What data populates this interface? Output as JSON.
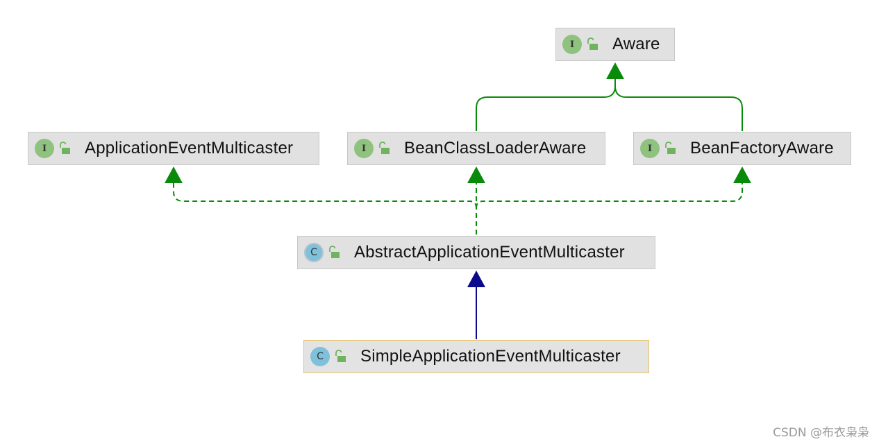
{
  "diagram": {
    "nodes": [
      {
        "id": "aware",
        "label": "Aware",
        "kind": "interface",
        "kind_letter": "I",
        "visibility_icon": "public-lock-icon"
      },
      {
        "id": "application-event-multicaster",
        "label": "ApplicationEventMulticaster",
        "kind": "interface",
        "kind_letter": "I",
        "visibility_icon": "public-lock-icon"
      },
      {
        "id": "bean-class-loader-aware",
        "label": "BeanClassLoaderAware",
        "kind": "interface",
        "kind_letter": "I",
        "visibility_icon": "public-lock-icon"
      },
      {
        "id": "bean-factory-aware",
        "label": "BeanFactoryAware",
        "kind": "interface",
        "kind_letter": "I",
        "visibility_icon": "public-lock-icon"
      },
      {
        "id": "abstract-application-event-multicaster",
        "label": "AbstractApplicationEventMulticaster",
        "kind": "abstract-class",
        "kind_letter": "C",
        "visibility_icon": "public-lock-icon"
      },
      {
        "id": "simple-application-event-multicaster",
        "label": "SimpleApplicationEventMulticaster",
        "kind": "class",
        "kind_letter": "C",
        "visibility_icon": "public-lock-icon",
        "selected": true
      }
    ],
    "edges": [
      {
        "from": "bean-class-loader-aware",
        "to": "aware",
        "relation": "extends",
        "color": "#0a8a0a",
        "style": "solid"
      },
      {
        "from": "bean-factory-aware",
        "to": "aware",
        "relation": "extends",
        "color": "#0a8a0a",
        "style": "solid"
      },
      {
        "from": "abstract-application-event-multicaster",
        "to": "application-event-multicaster",
        "relation": "implements",
        "color": "#0a8a0a",
        "style": "dashed"
      },
      {
        "from": "abstract-application-event-multicaster",
        "to": "bean-class-loader-aware",
        "relation": "implements",
        "color": "#0a8a0a",
        "style": "dashed"
      },
      {
        "from": "abstract-application-event-multicaster",
        "to": "bean-factory-aware",
        "relation": "implements",
        "color": "#0a8a0a",
        "style": "dashed"
      },
      {
        "from": "simple-application-event-multicaster",
        "to": "abstract-application-event-multicaster",
        "relation": "extends",
        "color": "#0a0a8a",
        "style": "solid"
      }
    ],
    "colors": {
      "interface_badge": "#8ec27e",
      "class_badge": "#7fc1da",
      "node_background": "#e1e1e1",
      "selected_border": "#e8c25c",
      "lock": "#6fb35f"
    }
  },
  "watermark": "CSDN @布衣枭枭"
}
